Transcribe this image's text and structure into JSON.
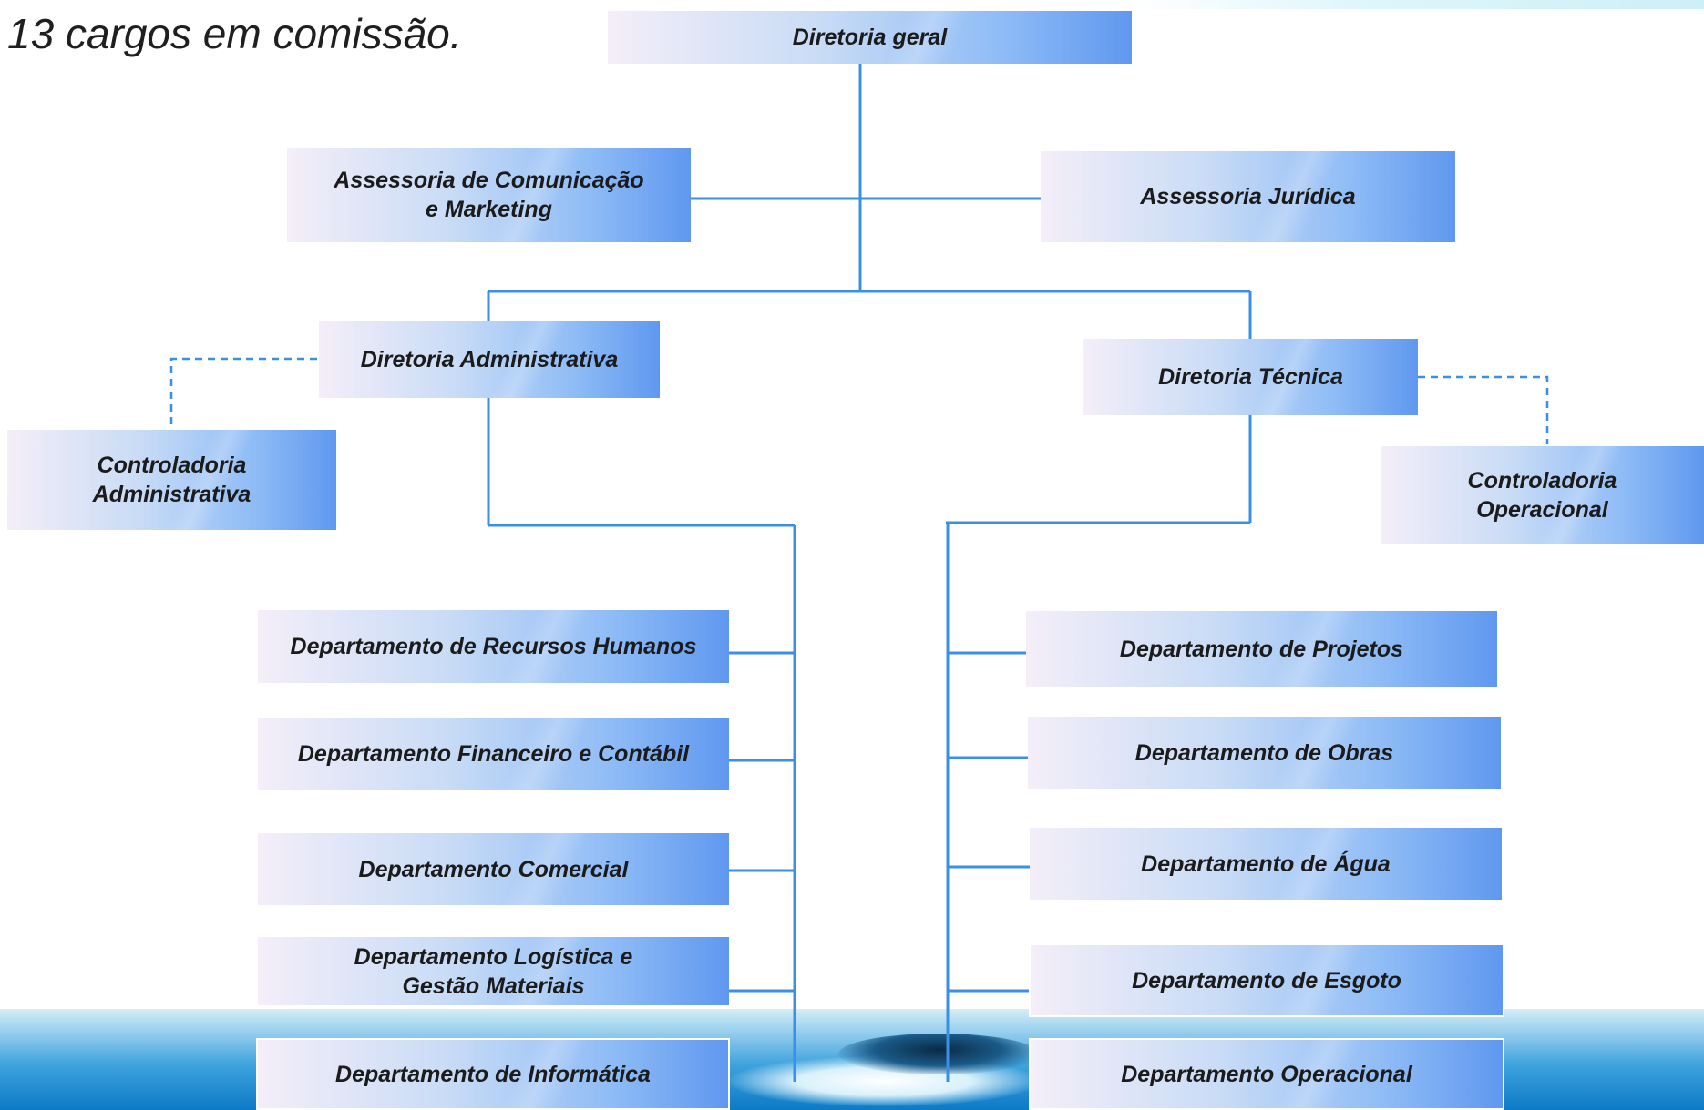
{
  "heading": "13 cargos em comissão.",
  "colors": {
    "connector": "#3a8fe6",
    "box_gradient": [
      "#f4eef8",
      "#c9dcf6",
      "#8fbcf6",
      "#5f98ef"
    ]
  },
  "org": {
    "diretoria_geral": "Diretoria geral",
    "assessoria_comunicacao": [
      "Assessoria  de Comunicação",
      "e Marketing"
    ],
    "assessoria_juridica": "Assessoria Jurídica",
    "diretoria_administrativa": "Diretoria  Administrativa",
    "diretoria_tecnica": "Diretoria Técnica",
    "controladoria_administrativa": [
      "Controladoria",
      "Administrativa"
    ],
    "controladoria_operacional": [
      "Controladoria",
      "Operacional"
    ],
    "departamentos_administrativos": [
      "Departamento de Recursos Humanos",
      "Departamento Financeiro e Contábil",
      "Departamento Comercial",
      "Departamento Logística e Gestão Materiais",
      "Departamento de Informática"
    ],
    "departamentos_tecnicos": [
      "Departamento de Projetos",
      "Departamento de Obras",
      "Departamento de Água",
      "Departamento de Esgoto",
      "Departamento Operacional"
    ]
  }
}
